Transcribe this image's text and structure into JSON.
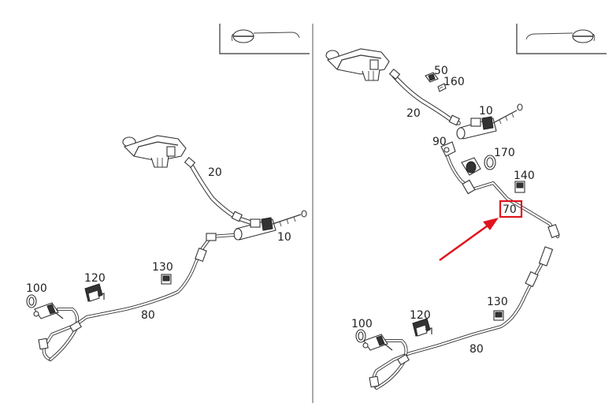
{
  "left_panel": {
    "labels": {
      "p10": "10",
      "p20": "20",
      "p80": "80",
      "p100": "100",
      "p120": "120",
      "p130": "130"
    }
  },
  "right_panel": {
    "labels": {
      "p10": "10",
      "p20": "20",
      "p50": "50",
      "p70": "70",
      "p80": "80",
      "p90": "90",
      "p100": "100",
      "p120": "120",
      "p130": "130",
      "p140": "140",
      "p160": "160",
      "p170": "170"
    },
    "highlighted_part": "70"
  },
  "colors": {
    "highlight": "#e0141e",
    "line": "#333333",
    "divider": "#555555"
  }
}
